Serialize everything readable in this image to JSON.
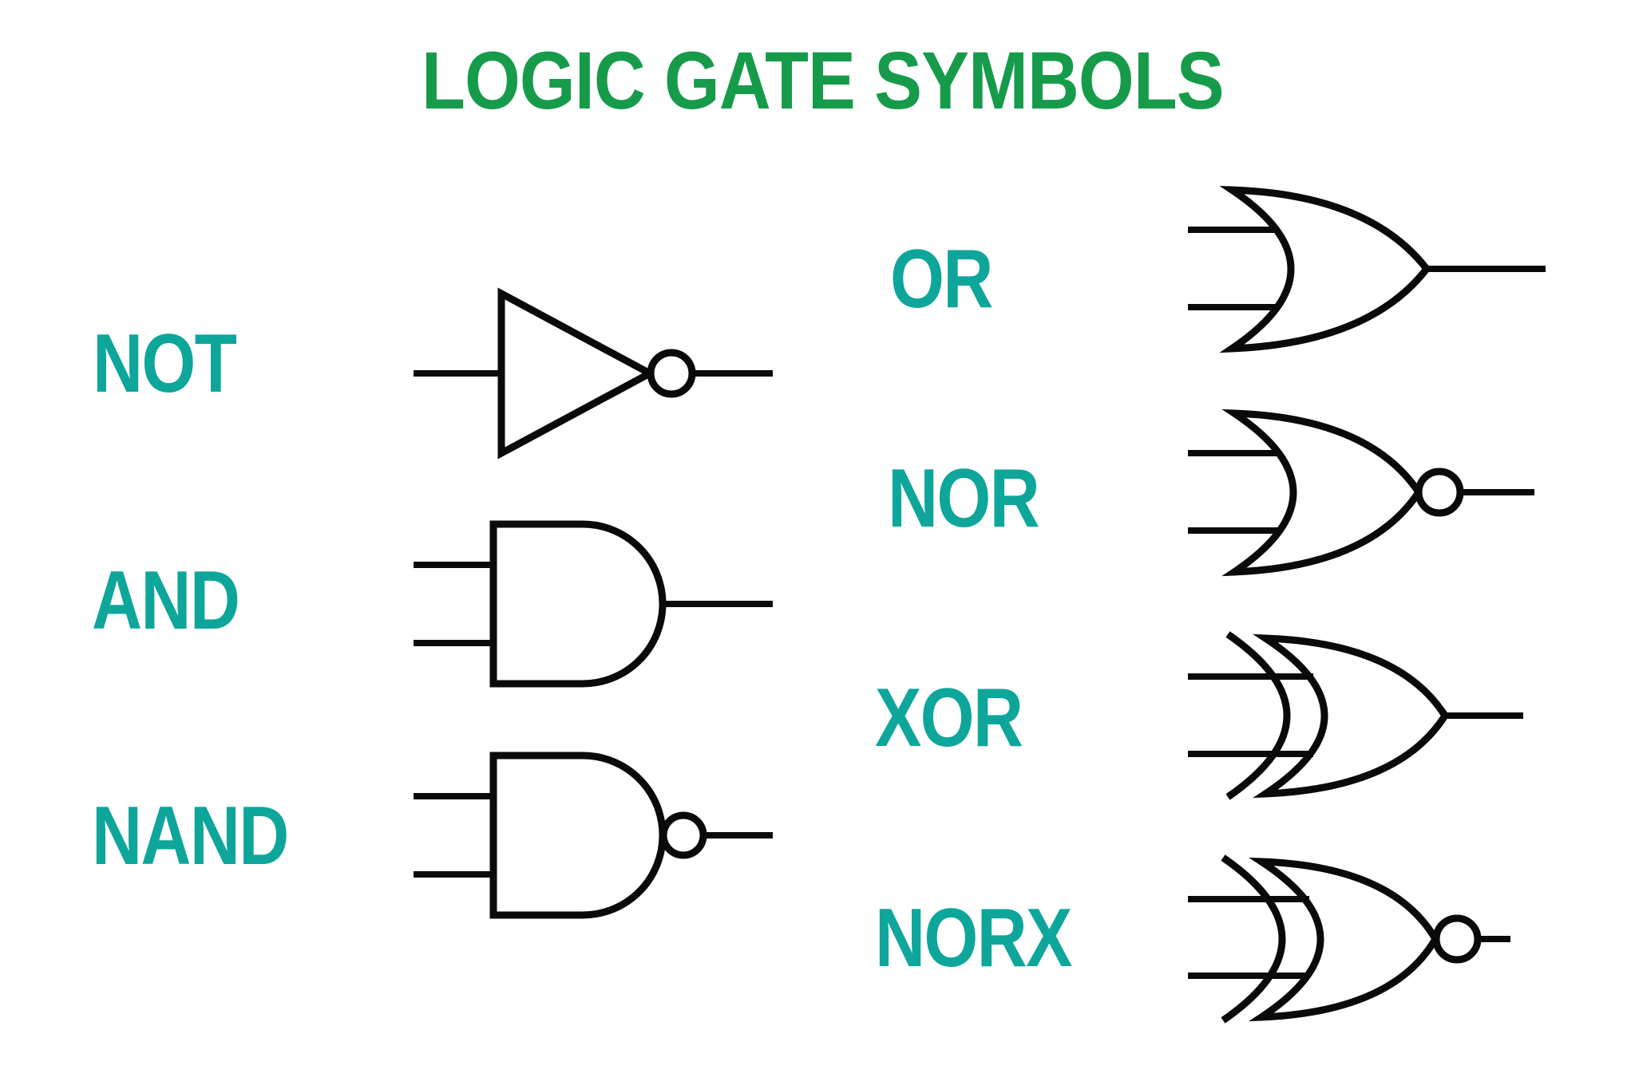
{
  "title": "LOGIC GATE SYMBOLS",
  "colors": {
    "title_green": "#169b4b",
    "label_teal": "#0ea69b",
    "gate_stroke": "#0a0a0a",
    "background": "#ffffff"
  },
  "gates": [
    {
      "id": "not",
      "label": "NOT",
      "icon": "not-gate-icon",
      "shape": "triangle",
      "inputs": 1,
      "negation_bubble": true
    },
    {
      "id": "and",
      "label": "AND",
      "icon": "and-gate-icon",
      "shape": "d-shape",
      "inputs": 2,
      "negation_bubble": false
    },
    {
      "id": "nand",
      "label": "NAND",
      "icon": "nand-gate-icon",
      "shape": "d-shape",
      "inputs": 2,
      "negation_bubble": true
    },
    {
      "id": "or",
      "label": "OR",
      "icon": "or-gate-icon",
      "shape": "shield-curve",
      "inputs": 2,
      "negation_bubble": false
    },
    {
      "id": "nor",
      "label": "NOR",
      "icon": "nor-gate-icon",
      "shape": "shield-curve",
      "inputs": 2,
      "negation_bubble": true
    },
    {
      "id": "xor",
      "label": "XOR",
      "icon": "xor-gate-icon",
      "shape": "shield-curve-double-back",
      "inputs": 2,
      "negation_bubble": false
    },
    {
      "id": "norx",
      "label": "NORX",
      "icon": "norx-gate-icon",
      "shape": "shield-curve-double-back",
      "inputs": 2,
      "negation_bubble": true
    }
  ]
}
